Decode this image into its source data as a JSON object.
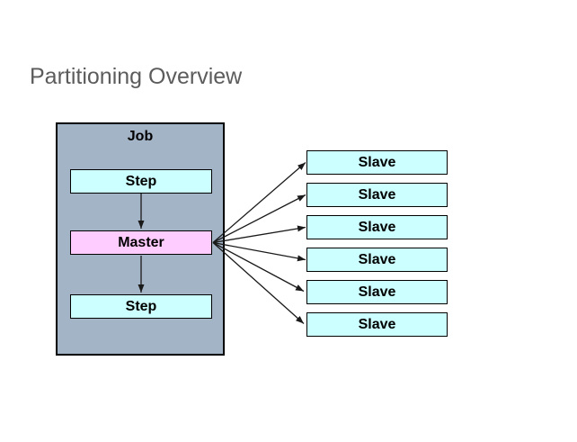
{
  "slide": {
    "title": "Partitioning Overview"
  },
  "colors": {
    "background": "#FFFFFF",
    "title_text": "#5C5C5C",
    "job_fill": "#A4B4C7",
    "step_fill": "#CCFFFF",
    "master_fill": "#FFCCFF",
    "slave_fill": "#CCFFFF",
    "box_border": "#000000",
    "label_text": "#000000",
    "arrow": "#1A1A1A"
  },
  "diagram": {
    "job": {
      "label": "Job"
    },
    "steps": {
      "top_label": "Step",
      "bottom_label": "Step"
    },
    "master": {
      "label": "Master"
    },
    "slaves": [
      {
        "label": "Slave"
      },
      {
        "label": "Slave"
      },
      {
        "label": "Slave"
      },
      {
        "label": "Slave"
      },
      {
        "label": "Slave"
      },
      {
        "label": "Slave"
      }
    ]
  }
}
